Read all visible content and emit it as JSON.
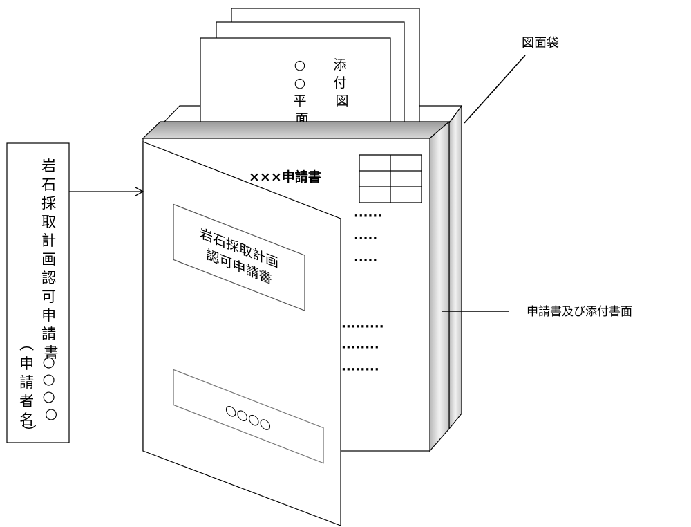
{
  "labels": {
    "drawing_bag": "図面袋",
    "application_and_attachments": "申請書及び添付書面"
  },
  "spine": {
    "main_lines": [
      "岩",
      "石",
      "採",
      "取",
      "計",
      "画",
      "認",
      "可",
      "申",
      "請",
      "書"
    ],
    "placeholder_lines": [
      "○",
      "○",
      "○",
      "○"
    ],
    "applicant_lines": [
      "︵",
      "申",
      "請",
      "者",
      "名",
      "︶"
    ]
  },
  "attached_drawing": {
    "col1": [
      "添",
      "付",
      "図"
    ],
    "col2": [
      "○",
      "○",
      "平",
      "面"
    ]
  },
  "folder": {
    "header_title": "×××申請書",
    "dot_rows": [
      "······",
      "·····",
      "·····",
      "·········",
      "········",
      "········"
    ]
  },
  "cover": {
    "title_line1": "岩石採取計画",
    "title_line2": "認可申請書",
    "name_placeholder": "○○○○"
  }
}
